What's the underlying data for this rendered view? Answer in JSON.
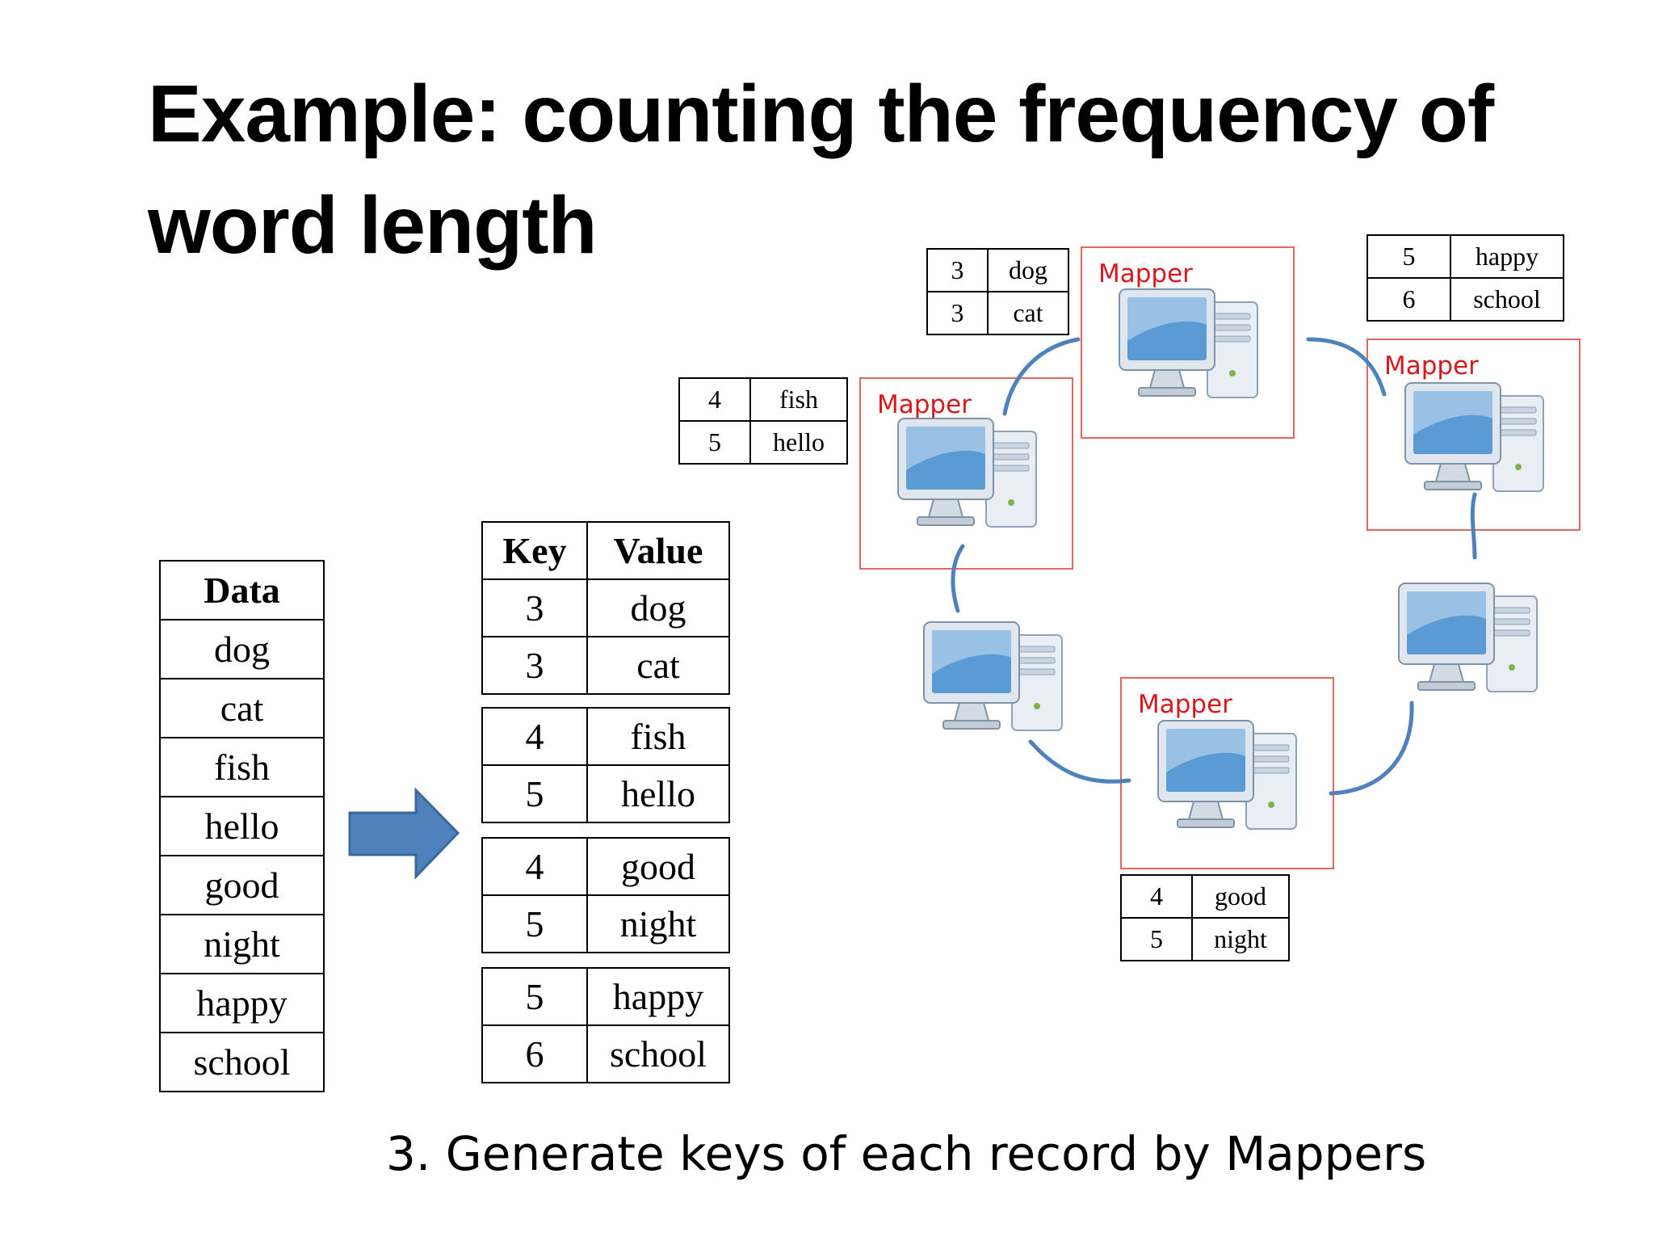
{
  "title": "Example: counting the frequency of word length",
  "caption": "3. Generate keys of each record by Mappers",
  "data_table": {
    "header": "Data",
    "rows": [
      "dog",
      "cat",
      "fish",
      "hello",
      "good",
      "night",
      "happy",
      "school"
    ]
  },
  "kv_table": {
    "headers": {
      "key": "Key",
      "value": "Value"
    },
    "groups": [
      [
        {
          "key": "3",
          "value": "dog"
        },
        {
          "key": "3",
          "value": "cat"
        }
      ],
      [
        {
          "key": "4",
          "value": "fish"
        },
        {
          "key": "5",
          "value": "hello"
        }
      ],
      [
        {
          "key": "4",
          "value": "good"
        },
        {
          "key": "5",
          "value": "night"
        }
      ],
      [
        {
          "key": "5",
          "value": "happy"
        },
        {
          "key": "6",
          "value": "school"
        }
      ]
    ]
  },
  "mappers": {
    "label": "Mapper",
    "outputs": {
      "top": [
        {
          "key": "3",
          "value": "dog"
        },
        {
          "key": "3",
          "value": "cat"
        }
      ],
      "left": [
        {
          "key": "4",
          "value": "fish"
        },
        {
          "key": "5",
          "value": "hello"
        }
      ],
      "right": [
        {
          "key": "5",
          "value": "happy"
        },
        {
          "key": "6",
          "value": "school"
        }
      ],
      "bottom": [
        {
          "key": "4",
          "value": "good"
        },
        {
          "key": "5",
          "value": "night"
        }
      ]
    }
  },
  "icons": {
    "arrow": "right-arrow-icon",
    "computer": "desktop-computer-icon"
  },
  "colors": {
    "arrow_fill": "#4f81bd",
    "connector": "#4f81bd",
    "mapper_border": "#e2665e",
    "mapper_label": "#d7191e"
  }
}
